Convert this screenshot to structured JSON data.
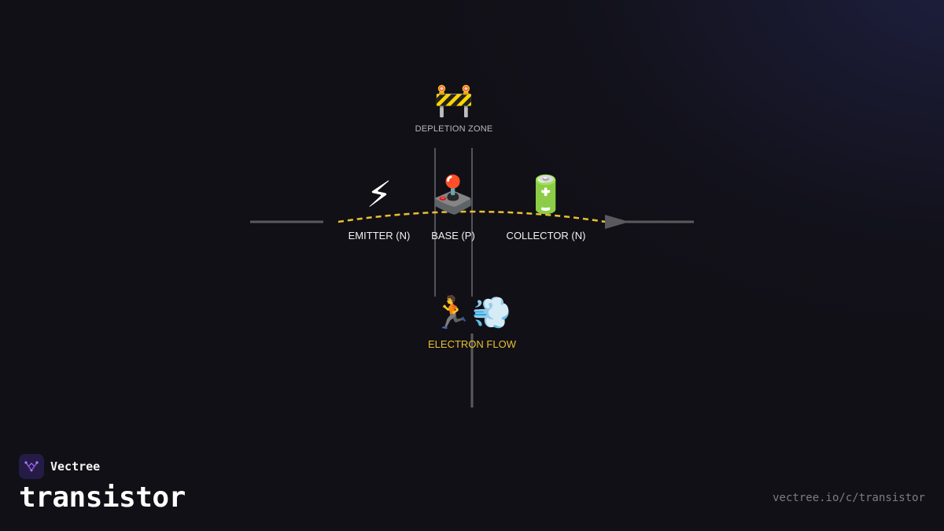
{
  "diagram": {
    "depletion_zone": {
      "icon": "🚧",
      "icon_name": "construction-barrier-icon",
      "label": "DEPLETION ZONE"
    },
    "emitter": {
      "icon": "⚡",
      "icon_name": "lightning-icon",
      "label": "EMITTER (N)"
    },
    "base": {
      "icon": "🕹️",
      "icon_name": "joystick-icon",
      "label": "BASE (P)"
    },
    "collector": {
      "icon": "🔋",
      "icon_name": "battery-icon",
      "label": "COLLECTOR (N)"
    },
    "electron_flow": {
      "icon": "🏃💨",
      "icon_name": "running-person-icon",
      "label": "ELECTRON FLOW"
    },
    "colors": {
      "flow_path": "#e8c030",
      "wire": "#5a5a5e",
      "zone_boundary": "#6a6a70",
      "label_yellow": "#e8c030"
    }
  },
  "brand": {
    "name": "Vectree",
    "icon_name": "vectree-logo-icon",
    "accent": "#8a4fd8"
  },
  "footer": {
    "title": "transistor",
    "url": "vectree.io/c/transistor"
  }
}
